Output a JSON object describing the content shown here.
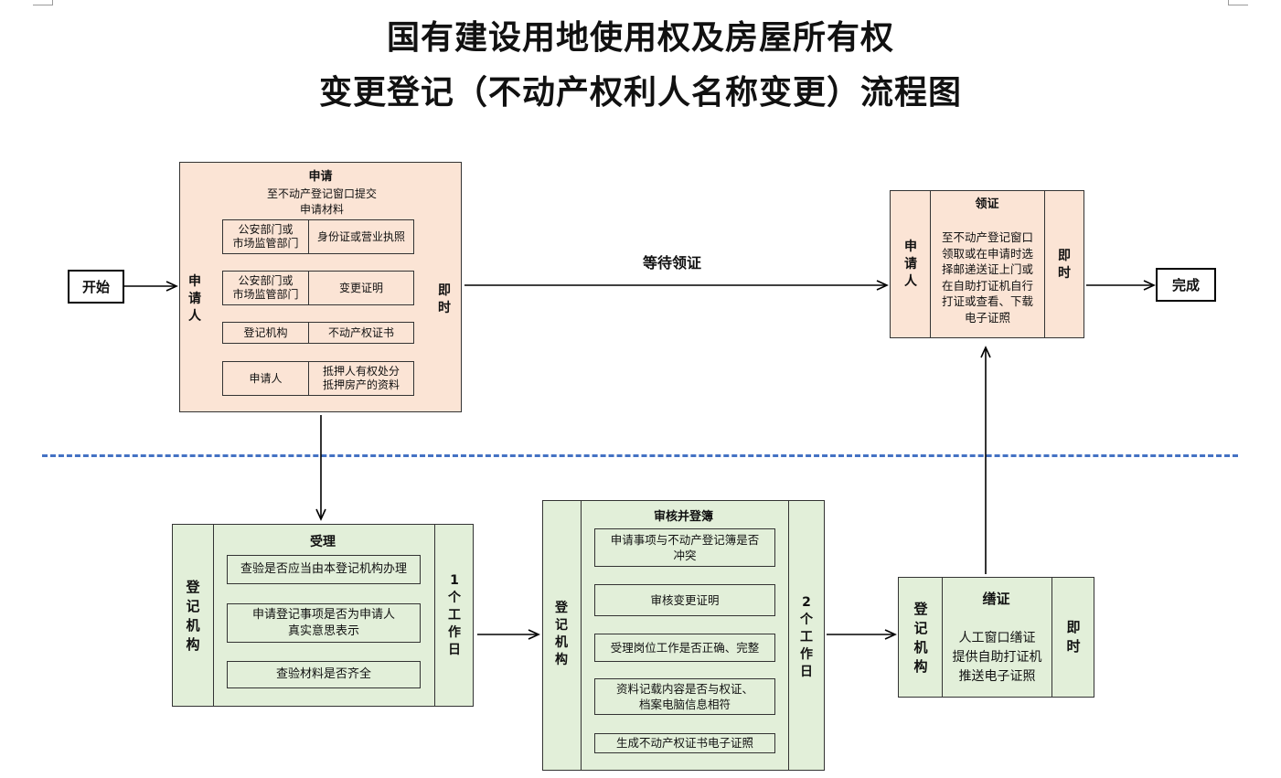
{
  "title": {
    "line1": "国有建设用地使用权及房屋所有权",
    "line2": "变更登记（不动产权利人名称变更）流程图"
  },
  "start_label": "开始",
  "end_label": "完成",
  "wait_label": "等待领证",
  "apply": {
    "header": "申请",
    "actor": "申\n请\n人",
    "time": "即\n时",
    "desc": "至不动产登记窗口提交\n申请材料",
    "materials": [
      {
        "source": "公安部门或\n市场监管部门",
        "item": "身份证或营业执照"
      },
      {
        "source": "公安部门或\n市场监管部门",
        "item": "变更证明"
      },
      {
        "source": "登记机构",
        "item": "不动产权证书"
      },
      {
        "source": "申请人",
        "item": "抵押人有权处分\n抵押房产的资料"
      }
    ]
  },
  "collect": {
    "header": "领证",
    "actor": "申\n请\n人",
    "time": "即\n时",
    "desc": "至不动产登记窗口\n领取或在申请时选\n择邮递送证上门或\n在自助打证机自行\n打证或查看、下载\n电子证照"
  },
  "accept": {
    "header": "受理",
    "actor": "登\n记\n机\n构",
    "time": "1\n个\n工\n作\n日",
    "checks": [
      "查验是否应当由本登记机构办理",
      "申请登记事项是否为申请人\n真实意思表示",
      "查验材料是否齐全"
    ]
  },
  "review": {
    "header": "审核并登簿",
    "actor": "登\n记\n机\n构",
    "time": "2\n个\n工\n作\n日",
    "checks": [
      "申请事项与不动产登记簿是否\n冲突",
      "审核变更证明",
      "受理岗位工作是否正确、完整",
      "资料记载内容是否与权证、\n档案电脑信息相符",
      "生成不动产权证书电子证照"
    ]
  },
  "issue": {
    "header": "缮证",
    "actor": "登\n记\n机\n构",
    "time": "即\n时",
    "desc": "人工窗口缮证\n提供自助打证机\n推送电子证照"
  },
  "colors": {
    "pink": "#fbe4d5",
    "green": "#e2efd9",
    "divider": "#4472c4"
  }
}
